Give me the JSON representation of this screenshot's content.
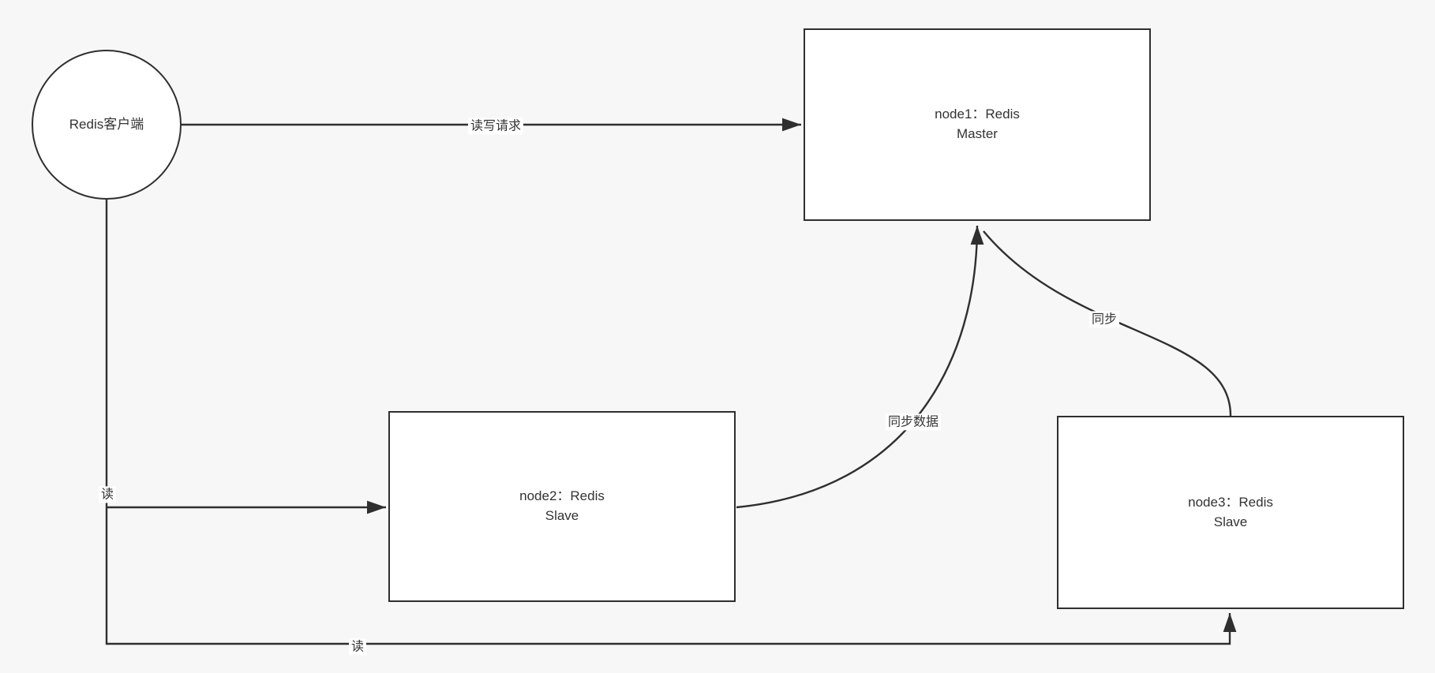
{
  "theme": {
    "background": "#f7f7f7",
    "node_fill": "#ffffff",
    "stroke": "#2f2f2f",
    "text": "#333333",
    "label_bg": "#ffffff"
  },
  "nodes": {
    "client": {
      "label": "Redis客户端",
      "shape": "circle"
    },
    "node1": {
      "line1": "node1：Redis",
      "line2": "Master"
    },
    "node2": {
      "line1": "node2：Redis",
      "line2": "Slave"
    },
    "node3": {
      "line1": "node3：Redis",
      "line2": "Slave"
    }
  },
  "edges": {
    "read_write": {
      "label": "读写请求",
      "from": "client",
      "to": "node1"
    },
    "read_node2": {
      "label": "读",
      "from": "client",
      "to": "node2"
    },
    "read_node3": {
      "label": "读",
      "from": "client",
      "to": "node3"
    },
    "sync_node2": {
      "label": "同步数据",
      "from": "node2",
      "to": "node1"
    },
    "sync_node3": {
      "label": "同步",
      "from": "node3",
      "to": "node1"
    }
  }
}
